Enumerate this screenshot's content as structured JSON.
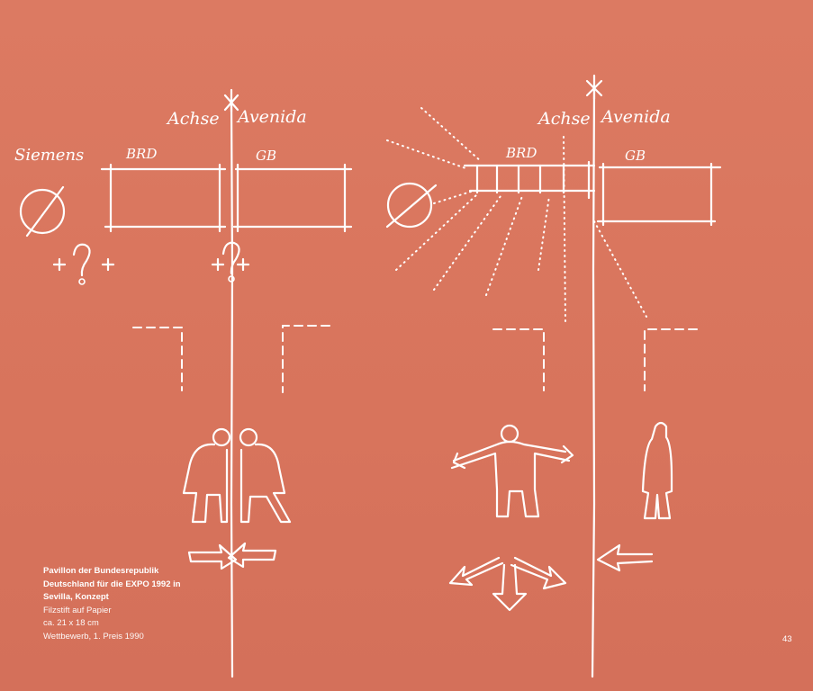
{
  "sketch_labels": {
    "left": {
      "axis_label": "Achse",
      "avenue_label": "Avenida",
      "siemens_label": "Siemens",
      "brd_label": "BRD",
      "gb_label": "GB"
    },
    "right": {
      "axis_label": "Achse",
      "avenue_label": "Avenida",
      "brd_label": "BRD",
      "gb_label": "GB"
    }
  },
  "caption": {
    "title": "Pavillon der Bundesrepublik Deutschland für die EXPO 1992 in Sevilla, Konzept",
    "medium": "Filzstift auf Papier",
    "size": "ca. 21 x 18 cm",
    "note": "Wettbewerb, 1. Preis 1990"
  },
  "page_number": "43",
  "colors": {
    "paper": "#d9765e",
    "ink": "#ffffff"
  }
}
